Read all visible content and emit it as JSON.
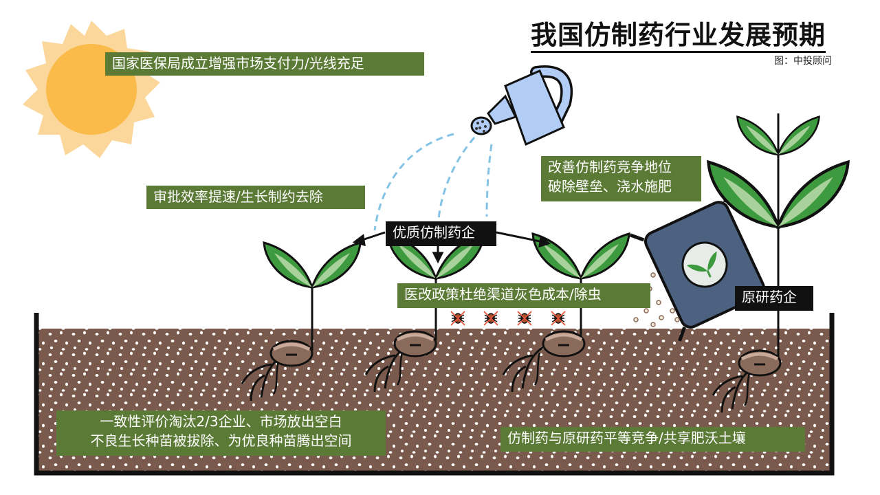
{
  "title": "我国仿制药行业发展预期",
  "source": "图：中投顾问",
  "labels": {
    "sun": "国家医保局成立增强市场支付力/光线充足",
    "approval": "审批效率提速/生长制约去除",
    "improve_line1": "改善仿制药竞争地位",
    "improve_line2": "破除壁垒、浇水施肥",
    "quality": "优质仿制药企",
    "policy": "医改政策杜绝渠道灰色成本/除虫",
    "original": "原研药企",
    "consistency_line1": "一致性评价淘汰2/3企业、市场放出空白",
    "consistency_line2": "不良生长种苗被拔除、为优良种苗腾出空间",
    "equal": "仿制药与原研药平等竞争/共享肥沃土壤"
  },
  "colors": {
    "label_green": "#5b7a35",
    "label_black": "#111111",
    "soil": "#7a5a4c",
    "leaf_dark": "#3e9a3e",
    "leaf_light": "#a9d19b",
    "sun": "#fbbb4a",
    "sun_rays": "#fbd79b",
    "can": "#b2cdf5",
    "bag": "#4d6281",
    "water": "#82c3e6"
  },
  "icons": [
    "sun-icon",
    "watering-can-icon",
    "fertilizer-bag-icon",
    "bug-icon",
    "seedling-icon",
    "plant-icon"
  ]
}
